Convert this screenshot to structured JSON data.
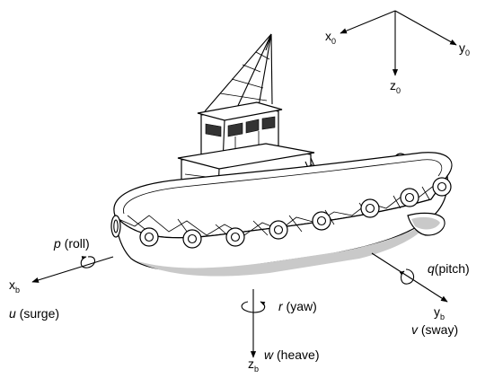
{
  "frames": {
    "earth": {
      "x_label": "x",
      "x_sub": "0",
      "y_label": "y",
      "y_sub": "0",
      "z_label": "z",
      "z_sub": "0"
    },
    "body": {
      "x_label": "x",
      "x_sub": "b",
      "y_label": "y",
      "y_sub": "b",
      "z_label": "z",
      "z_sub": "b"
    }
  },
  "motions": {
    "roll": {
      "symbol": "p",
      "name": " (roll)"
    },
    "surge": {
      "symbol": "u",
      "name": " (surge)"
    },
    "pitch": {
      "symbol": "q",
      "name": "(pitch)"
    },
    "sway": {
      "symbol": "v",
      "name": " (sway)"
    },
    "yaw": {
      "symbol": "r",
      "name": " (yaw)"
    },
    "heave": {
      "symbol": "w",
      "name": " (heave)"
    }
  },
  "colors": {
    "line": "#000000",
    "background": "#ffffff",
    "shade": "#c9c9c9"
  }
}
